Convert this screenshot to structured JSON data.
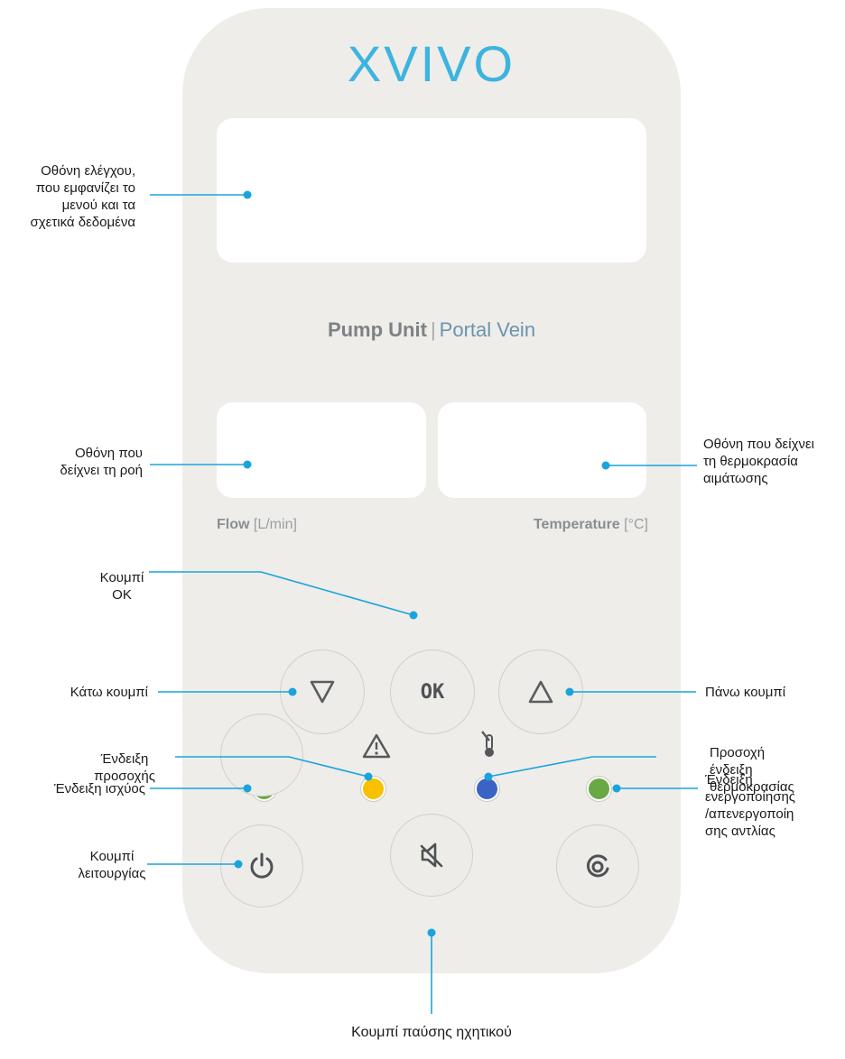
{
  "logo": "XVIVO",
  "unit_title": {
    "primary": "Pump Unit",
    "separator": "|",
    "secondary": "Portal Vein"
  },
  "flow_label": {
    "bold": "Flow",
    "unit": "[L/min]"
  },
  "temp_label": {
    "bold": "Temperature",
    "unit": "[°C]"
  },
  "ok_button": "OK",
  "callouts": {
    "control_screen": [
      "Οθόνη ελέγχου,",
      "που εμφανίζει το",
      "μενού και τα",
      "σχετικά δεδομένα"
    ],
    "flow_screen": [
      "Οθόνη που",
      "δείχνει τη ροή"
    ],
    "temperature_screen": [
      "Οθόνη που δείχνει",
      "τη θερμοκρασία",
      "αιμάτωσης"
    ],
    "ok_button": [
      "Κουμπί",
      "OK"
    ],
    "down_button": [
      "Κάτω κουμπί"
    ],
    "up_button": [
      "Πάνω κουμπί"
    ],
    "warning_indicator": [
      "Ένδειξη",
      "προσοχής"
    ],
    "temperature_warning": [
      "Προσοχή",
      "ένδειξη",
      "θερμοκρασίας"
    ],
    "power_indicator": [
      "Ένδειξη ισχύος"
    ],
    "pump_indicator": [
      "Ένδειξη",
      "ενεργοποίησης",
      "/απενεργοποίη",
      "σης αντλίας"
    ],
    "power_button": [
      "Κουμπί",
      "λειτουργίας"
    ],
    "mute_button": [
      "Κουμπί παύσης ηχητικού"
    ]
  },
  "colors": {
    "panel": "#eeede9",
    "logo": "#3cb4df",
    "leader": "#1aa3dd",
    "led_power": "#6aa845",
    "led_warning": "#f7c100",
    "led_temperature": "#3b63c4",
    "led_pump": "#6aa845"
  },
  "icons": {
    "down": "triangle-down-icon",
    "up": "triangle-up-icon",
    "warning": "warning-triangle-icon",
    "thermometer": "thermometer-icon",
    "power": "power-icon",
    "mute": "speaker-mute-icon",
    "pump": "pump-icon"
  }
}
